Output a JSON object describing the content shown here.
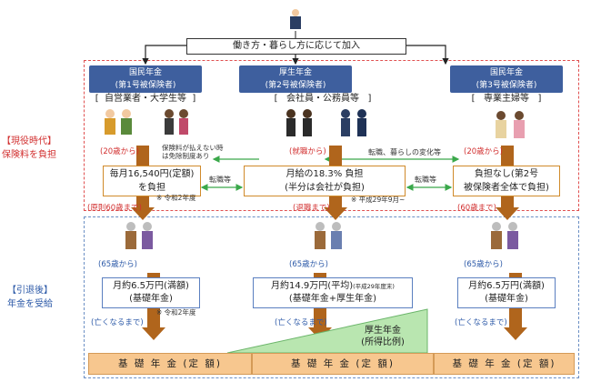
{
  "top_box": "働き方・暮らし方に応じて加入",
  "columns": [
    {
      "header_line1": "国民年金",
      "header_line2": "(第1号被保険者)",
      "members": "自営業者・大学生等"
    },
    {
      "header_line1": "厚生年金",
      "header_line2": "(第2号被保険者)",
      "members": "会社員・公務員等"
    },
    {
      "header_line1": "国民年金",
      "header_line2": "(第3号被保険者)",
      "members": "専業主婦等"
    }
  ],
  "active": {
    "side_label_1": "【現役時代】",
    "side_label_2": "保険料を負担",
    "col1_start": "(20歳から)",
    "col1_note_1": "保険料が払えない時",
    "col1_note_2": "は免除制度あり",
    "col1_box_1": "毎月16,540円(定額)",
    "col1_box_2": "を負担",
    "col1_footnote": "※ 令和2年度",
    "col1_end": "(原則60歳まで)",
    "transfer_1": "転職等",
    "col2_start": "(就職から)",
    "col2_box_1": "月給の18.3% 負担",
    "col2_box_2": "(半分は会社が負担)",
    "col2_footnote": "※ 平成29年9月~",
    "col2_end": "(退職まで)",
    "transfer_top": "転職、暮らしの変化等",
    "transfer_2": "転職等",
    "col3_start": "(20歳から)",
    "col3_box_1": "負担なし(第2号",
    "col3_box_2": "被保険者全体で負担)",
    "col3_end": "(60歳まで)"
  },
  "retired": {
    "side_label_1": "【引退後】",
    "side_label_2": "年金を受給",
    "col1_start": "(65歳から)",
    "col1_box_1": "月約6.5万円(満額)",
    "col1_box_2": "(基礎年金)",
    "col1_footnote": "※ 令和2年度",
    "col1_end": "(亡くなるまで)",
    "col2_start": "(65歳から)",
    "col2_box_1": "月約14.9万円(平均)",
    "col2_box_1_note": "(平成29年度末)",
    "col2_box_2": "(基礎年金+厚生年金)",
    "col2_end": "(亡くなるまで)",
    "col3_start": "(65歳から)",
    "col3_box_1": "月約6.5万円(満額)",
    "col3_box_2": "(基礎年金)",
    "col3_end": "(亡くなるまで)",
    "kosei_1": "厚生年金",
    "kosei_2": "(所得比例)",
    "kiso_label": "基 礎 年 金 (定 額)"
  }
}
